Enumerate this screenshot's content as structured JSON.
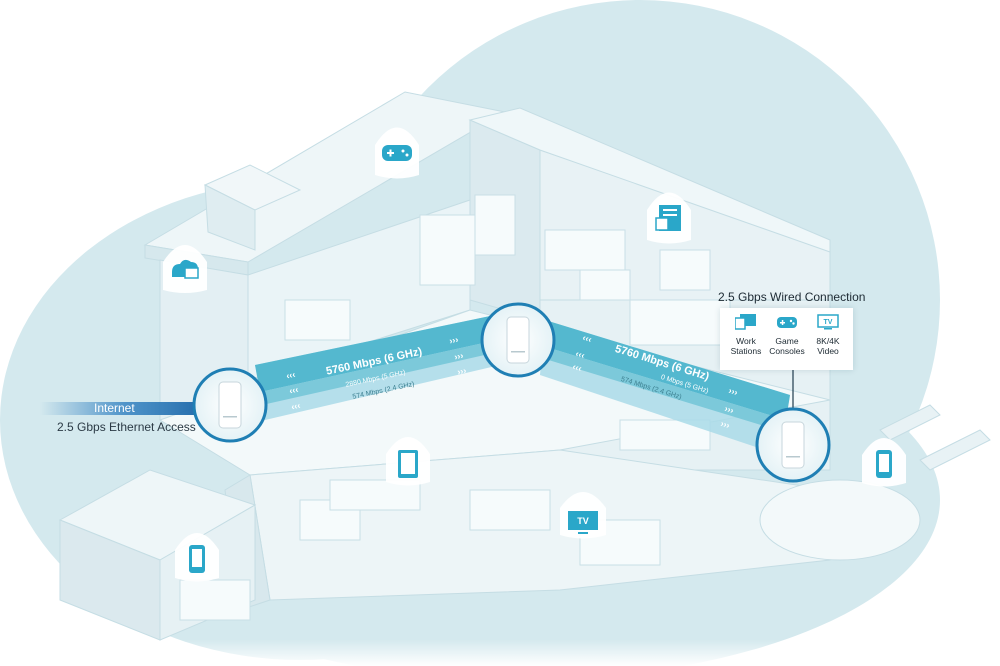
{
  "diagram": {
    "internet_label": "Internet",
    "ethernet_label": "2.5 Gbps Ethernet Access",
    "wired": {
      "title": "2.5 Gbps Wired Connection",
      "items": [
        {
          "label": "Work Stations",
          "icon": "workstation-icon"
        },
        {
          "label": "Game Consoles",
          "icon": "gamepad-icon"
        },
        {
          "label": "8K/4K Video",
          "icon": "tv-icon"
        }
      ]
    },
    "left_link": {
      "main": "5760 Mbps (6 GHz)",
      "sub1": "2880 Mbps (5 GHz)",
      "sub2": "574 Mbps (2.4 GHz)"
    },
    "right_link": {
      "main": "5760 Mbps (6 GHz)",
      "sub1": "0 Mbps (5 GHz)",
      "sub2": "574 Mbps (2.4 GHz)"
    },
    "device_badges": [
      "cloud-folder-icon",
      "gamepad-icon",
      "workstation-icon",
      "tablet-icon",
      "tv-icon",
      "phone-icon",
      "phone-icon"
    ],
    "tv_badge_text": "TV",
    "colors": {
      "bubble": "#d4e9ee",
      "house_wall": "#e8f3f6",
      "beam": "#54b8cf",
      "beam_light": "#a9dbe7",
      "node_ring": "#1f7fb4",
      "internet_bar": "#2f7fc0"
    }
  }
}
